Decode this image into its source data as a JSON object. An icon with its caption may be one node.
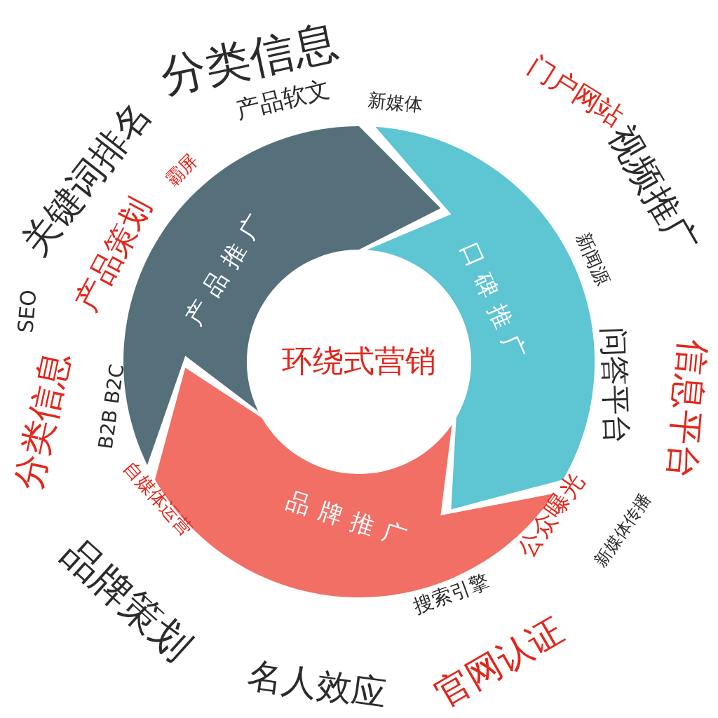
{
  "diagram": {
    "nodes": [
      {
        "text": [
          "环绕式营销"
        ]
      },
      {
        "text": [
          "产品推广"
        ]
      },
      {
        "text": [
          "口碑推广"
        ]
      },
      {
        "text": [
          "品牌推广"
        ]
      }
    ],
    "labels": [
      "分类信息",
      "门户网站",
      "视频推广",
      "信息平台",
      "官网认证",
      "名人效应",
      "品牌策划",
      "分类信息",
      "关键词排名",
      "SEO",
      "产品软文",
      "新媒体",
      "新闻源",
      "问答平台",
      "新媒体传播",
      "公众曝光",
      "搜索引擎",
      "自媒体运营",
      "B2B B2C",
      "产品策划",
      "霸屏"
    ]
  }
}
